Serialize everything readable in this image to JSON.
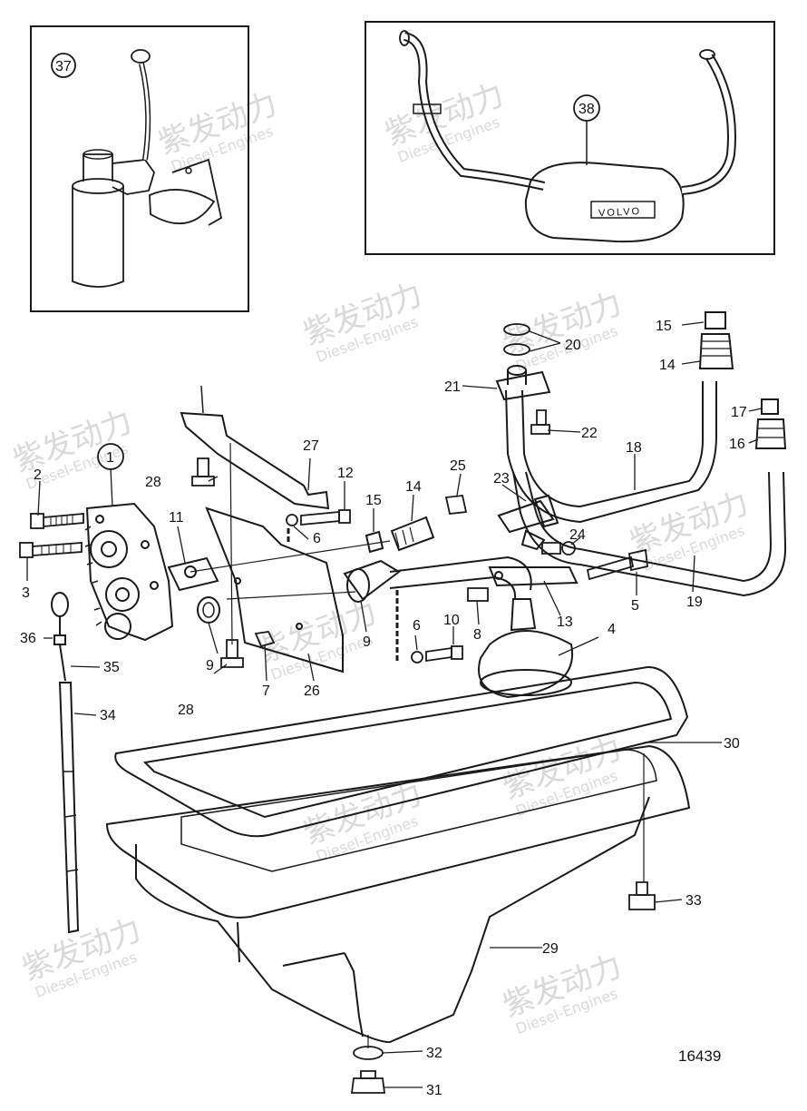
{
  "diagram": {
    "drawing_number": "16439",
    "watermark_text": "紫发动力",
    "watermark_sub": "Diesel-Engines",
    "inset_labels": [
      "37",
      "38"
    ],
    "part_labels": [
      "1",
      "2",
      "3",
      "4",
      "5",
      "6",
      "6",
      "7",
      "8",
      "9",
      "9",
      "10",
      "11",
      "12",
      "13",
      "14",
      "14",
      "15",
      "15",
      "16",
      "17",
      "18",
      "19",
      "20",
      "21",
      "22",
      "23",
      "24",
      "25",
      "26",
      "27",
      "28",
      "28",
      "29",
      "30",
      "31",
      "32",
      "33",
      "34",
      "35",
      "36"
    ],
    "valve_cover_text": "VOLVO",
    "colors": {
      "line": "#1a1a1a",
      "watermark": "#d9d9d9",
      "background": "#ffffff"
    }
  }
}
